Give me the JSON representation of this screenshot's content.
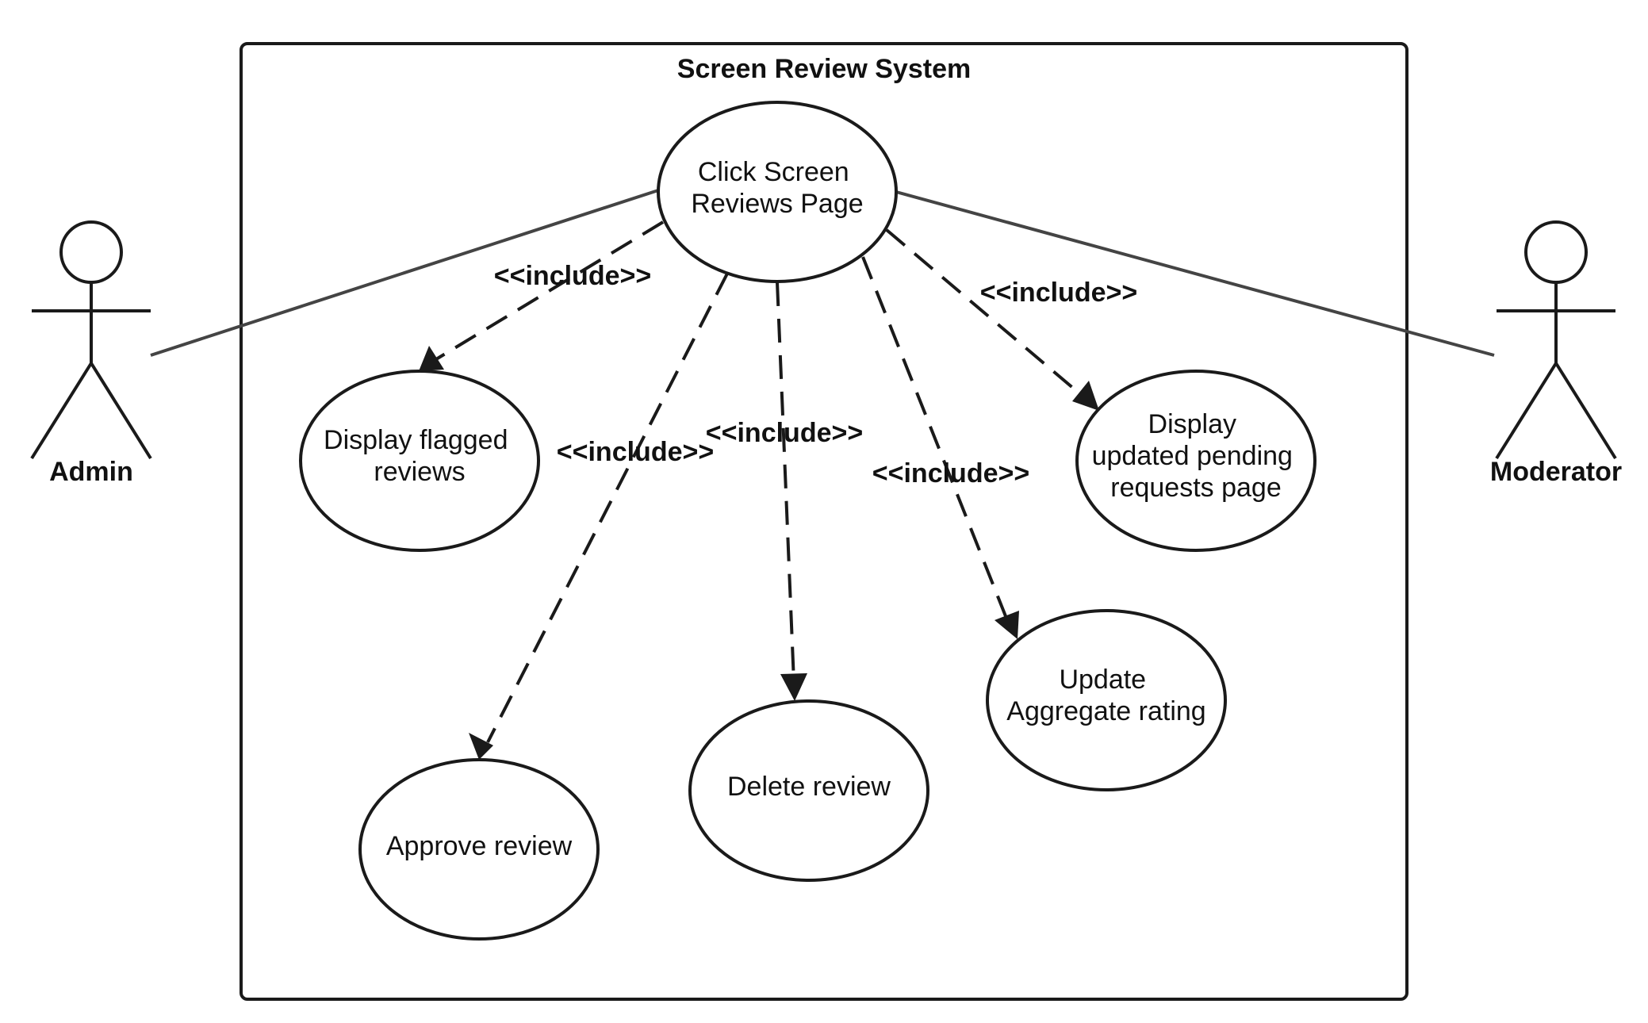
{
  "system": {
    "title": "Screen Review System"
  },
  "actors": {
    "admin": {
      "label": "Admin"
    },
    "moderator": {
      "label": "Moderator"
    }
  },
  "use_cases": {
    "click_screen_reviews": {
      "lines": [
        "Click Screen",
        "Reviews Page"
      ]
    },
    "display_flagged": {
      "lines": [
        "Display flagged",
        "reviews"
      ]
    },
    "approve_review": {
      "lines": [
        "Approve review"
      ]
    },
    "delete_review": {
      "lines": [
        "Delete review"
      ]
    },
    "update_aggregate": {
      "lines": [
        "Update",
        "Aggregate rating"
      ]
    },
    "display_pending": {
      "lines": [
        "Display",
        "updated pending",
        "requests page"
      ]
    }
  },
  "relationships": {
    "include_label": "<<include>>"
  }
}
